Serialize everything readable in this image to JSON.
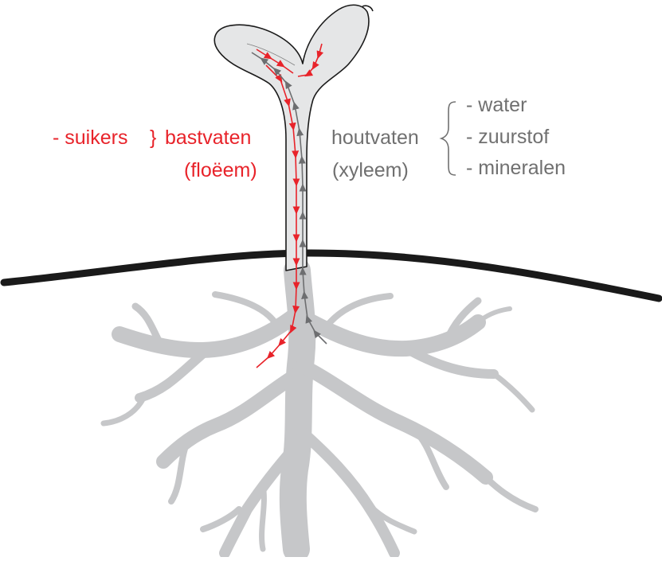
{
  "colors": {
    "phloem": "#e8232a",
    "xylem": "#6d6e70",
    "label_gray": "#707070",
    "roots": "#c6c7c9",
    "plant_fill": "#e5e6e7",
    "outline": "#1a1a1a",
    "soil_line": "#1a1a1a",
    "background": "#ffffff"
  },
  "icons": {
    "brace_single": "right-curly-brace",
    "brace_multi": "left-curly-brace"
  },
  "labels": {
    "phloem_item": "- suikers",
    "phloem_brace": "}",
    "phloem_name": "bastvaten",
    "phloem_latin": "(floëem)",
    "xylem_name": "houtvaten",
    "xylem_latin": "(xyleem)",
    "xylem_items": [
      "- water",
      "- zuurstof",
      "- mineralen"
    ]
  }
}
